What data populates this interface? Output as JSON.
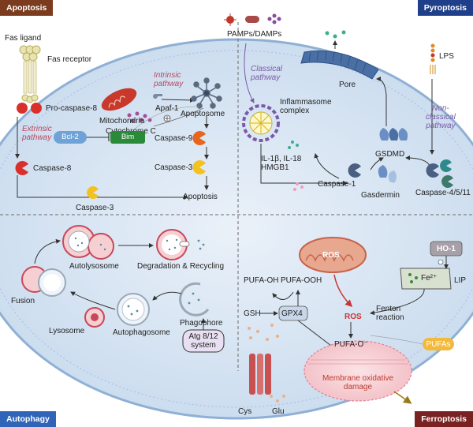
{
  "corners": {
    "apoptosis": "Apoptosis",
    "pyroptosis": "Pyroptosis",
    "autophagy": "Autophagy",
    "ferroptosis": "Ferroptosis"
  },
  "apoptosis": {
    "fas_ligand": "Fas ligand",
    "fas_receptor": "Fas receptor",
    "pro_caspase8": "Pro-caspase-8",
    "extrinsic": "Extrinsic\npathway",
    "caspase8": "Caspase-8",
    "caspase3_left": "Caspase-3",
    "mitochondria": "Mitochondria",
    "intrinsic": "Intrinsic\npathway",
    "apaf1": "Apaf-1",
    "cytochrome_c": "Cytochrome C",
    "apoptosome": "Apoptosome",
    "bcl2": "Bcl-2",
    "bim": "Bim",
    "caspase9": "Caspase-9",
    "caspase3": "Caspase-3",
    "apoptosis_label": "Apoptosis"
  },
  "pyroptosis": {
    "pamps": "PAMPs/DAMPs",
    "classical": "Classical\npathway",
    "inflammasome": "Inflammasome\ncomplex",
    "pore": "Pore",
    "lps": "LPS",
    "non_classical": "Non-\nclassical\npathway",
    "il": "IL-1β, IL-18\nHMGB1",
    "gsdmd": "GSDMD",
    "caspase1": "Caspase-1",
    "gasdermin": "Gasdermin",
    "caspase4511": "Caspase-4/5/11"
  },
  "autophagy": {
    "autolysosome": "Autolysosome",
    "degradation": "Degradation & Recycling",
    "fusion": "Fusion",
    "lysosome": "Lysosome",
    "autophagosome": "Autophagosome",
    "phagophore": "Phagophore",
    "atg": "Atg 8/12\nsystem"
  },
  "ferroptosis": {
    "ros_mito": "ROS",
    "ho1": "HO-1",
    "fe": "Fe²⁺",
    "lip": "LIP",
    "pufa_oh": "PUFA-OH",
    "pufa_ooh": "PUFA-OOH",
    "gsh": "GSH",
    "gpx4": "GPX4",
    "ros": "ROS",
    "fenton": "Fenton\nreaction",
    "pufa_o": "PUFA-O⁻",
    "pufas": "PUFAs",
    "membrane": "Membrane oxidative\ndamage",
    "cys": "Cys",
    "glu": "Glu"
  },
  "colors": {
    "apoptosis_tag": "#7a3b1e",
    "pyroptosis_tag": "#1f3f8a",
    "autophagy_tag": "#2f64b8",
    "ferroptosis_tag": "#7a2222",
    "cell": "#d6e4f3",
    "caspase_red": "#d9302b",
    "caspase_yellow": "#f3c21f",
    "bim_green": "#2a8a3a",
    "bcl2_blue": "#6fa3d8",
    "ros_red": "#cc3333"
  }
}
